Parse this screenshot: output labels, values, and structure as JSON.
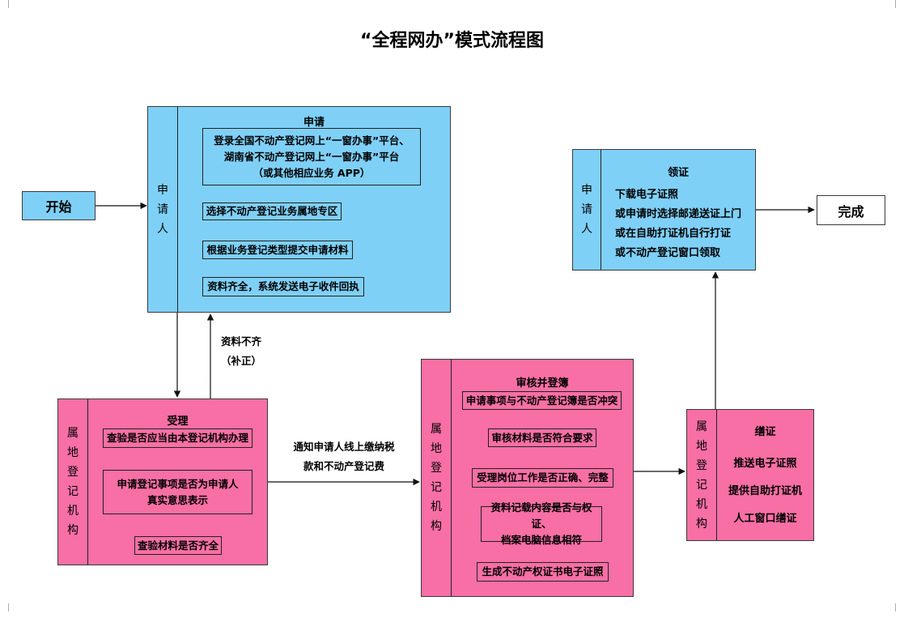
{
  "title": "“全程网办”模式流程图",
  "start": "开始",
  "finish": "完成",
  "apply": {
    "role": [
      "申",
      "请",
      "人"
    ],
    "header": "申请",
    "steps": [
      "登录全国不动产登记网上“一窗办事”平台、",
      "湖南省不动产登记网上“一窗办事”平台",
      "（或其他相应业务 APP）",
      "选择不动产登记业务属地专区",
      "根据业务登记类型提交申请材料",
      "资料齐全，系统发送电子收件回执"
    ]
  },
  "supplement": [
    "资料不齐",
    "（补正）"
  ],
  "accept": {
    "role": [
      "属",
      "地",
      "登",
      "记",
      "机",
      "构"
    ],
    "header": "受理",
    "steps": [
      "查验是否应当由本登记机构办理",
      "申请登记事项是否为申请人",
      "真实意思表示",
      "查验材料是否齐全"
    ]
  },
  "notify": [
    "通知申请人线上缴纳税",
    "款和不动产登记费"
  ],
  "review": {
    "role": [
      "属",
      "地",
      "登",
      "记",
      "机",
      "构"
    ],
    "header": "审核并登簿",
    "steps": [
      "申请事项与不动产登记簿是否冲突",
      "审核材料是否符合要求",
      "受理岗位工作是否正确、完整",
      "资料记载内容是否与权证、",
      "档案电脑信息相符",
      "生成不动产权证书电子证照"
    ]
  },
  "issue": {
    "role": [
      "属",
      "地",
      "登",
      "记",
      "机",
      "构"
    ],
    "header": "缮证",
    "lines": [
      "推送电子证照",
      "提供自助打证机",
      "人工窗口缮证"
    ]
  },
  "receive": {
    "role": [
      "申",
      "请",
      "人"
    ],
    "header": "领证",
    "lines": [
      "下载电子证照",
      "或申请时选择邮递送证上门",
      "或在自助打证机自行打证",
      "或不动产登记窗口领取"
    ]
  }
}
